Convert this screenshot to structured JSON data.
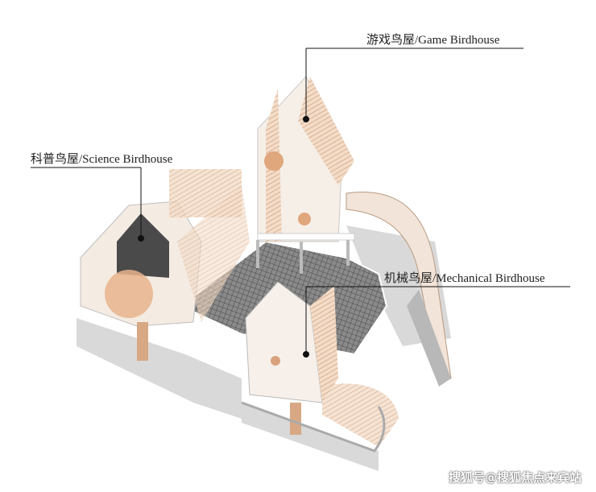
{
  "labels": {
    "game": "游戏鸟屋/Game Birdhouse",
    "science": "科普鸟屋/Science Birdhouse",
    "mechanical": "机械鸟屋/Mechanical Birdhouse"
  },
  "watermark": "搜狐号@搜狐焦点来宾站",
  "colors": {
    "wood": "#e2b48f",
    "shadow": "#d6d6d6",
    "grid": "#6b6b6b",
    "line": "#111111"
  }
}
